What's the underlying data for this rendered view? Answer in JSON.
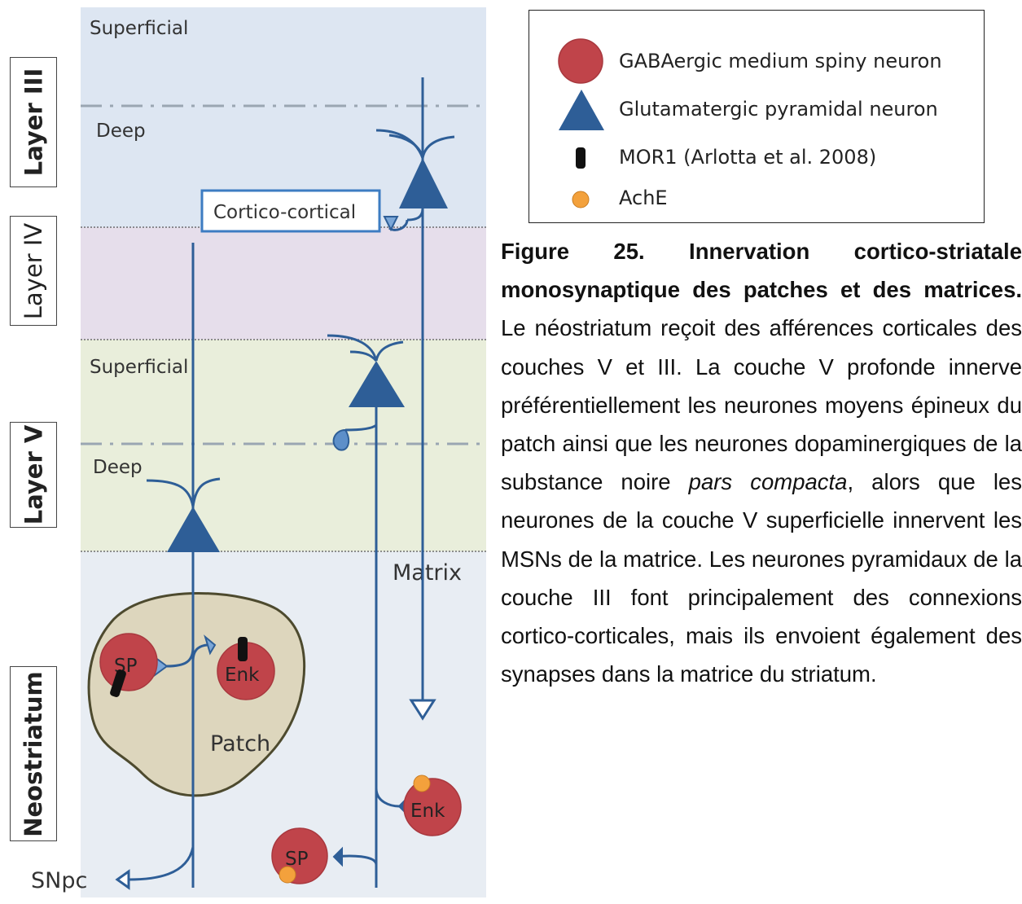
{
  "layers": {
    "layer3": "Layer III",
    "layer4": "Layer IV",
    "layer5": "Layer V",
    "neostriatum": "Neostriatum"
  },
  "labels": {
    "superficial_top": "Superficial",
    "deep_top": "Deep",
    "cortico_cortical": "Cortico-cortical",
    "superficial_mid": "Superficial",
    "deep_mid": "Deep",
    "matrix": "Matrix",
    "patch": "Patch",
    "snpc": "SNpc",
    "sp_patch": "SP",
    "enk_patch": "Enk",
    "enk_matrix": "Enk",
    "sp_matrix": "SP"
  },
  "legend": {
    "msn": "GABAergic medium spiny neuron",
    "pyramidal": "Glutamatergic pyramidal neuron",
    "mor1": "MOR1 (Arlotta et al. 2008)",
    "ache": "AchE"
  },
  "caption": {
    "title": "Figure 25. Innervation cortico-striatale monosynaptique des patches et des matrices.",
    "body_1": " Le néostriatum reçoit des afférences corticales des couches V et III. La couche V profonde innerve préférentiellement les neurones moyens épineux du patch ainsi que les neurones dopaminergiques de la substance noire ",
    "body_italic": "pars compacta",
    "body_2": ", alors que les neurones de la couche V superficielle innervent les MSNs de la matrice. Les neurones pyramidaux de la couche III font principalement des connexions cortico-corticales, mais ils envoient également des synapses dans la matrice du striatum."
  },
  "colors": {
    "layer3_bg": "#dde6f2",
    "layer4_bg": "#e6deeb",
    "layer5_bg": "#e9eedb",
    "neostriatum_bg": "#e8edf3",
    "patch_fill": "#ddd6bd",
    "patch_stroke": "#4d4a2e",
    "pyramidal": "#2e5e97",
    "axon": "#2e5e97",
    "msn": "#c0444a",
    "msn_stroke": "#a8383e",
    "ache": "#f3a13c",
    "mor1": "#111111",
    "box_stroke": "#3d7cc2"
  }
}
